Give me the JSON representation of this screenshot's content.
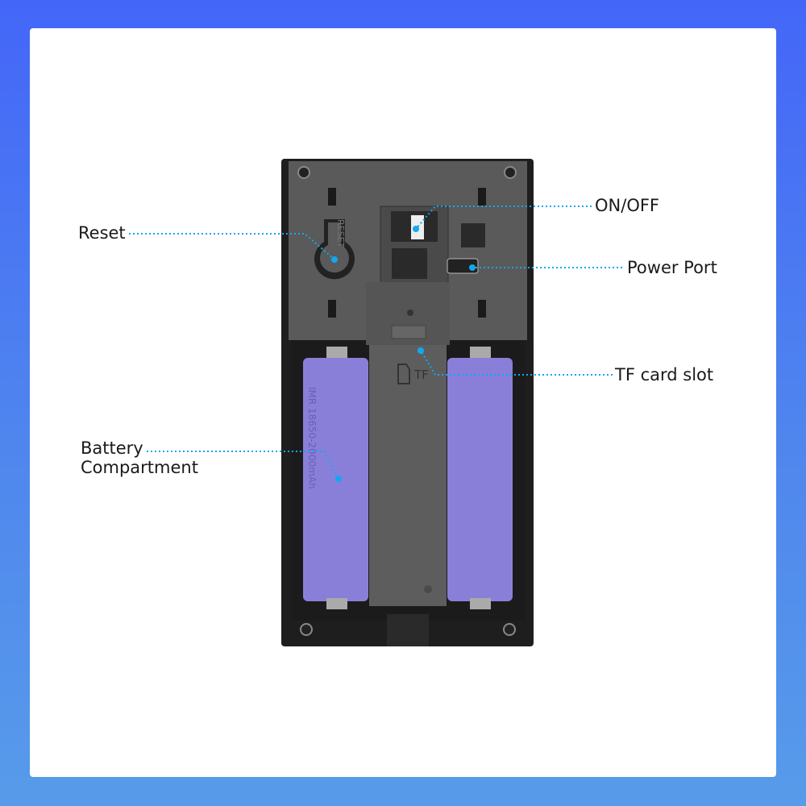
{
  "labels": {
    "reset": "Reset",
    "on_off": "ON/OFF",
    "power_port": "Power Port",
    "tf_card_slot": "TF card slot",
    "battery_line1": "Battery",
    "battery_line2": "Compartment"
  },
  "device_markings": {
    "reset_engraving": "RESET",
    "tf_engraving": "TF",
    "battery_print": "IMR 18650-2000mAh"
  },
  "colors": {
    "callout": "#12a8ee",
    "battery": "#8a7fd8",
    "background_top": "#4466f8",
    "background_bottom": "#579bea"
  }
}
